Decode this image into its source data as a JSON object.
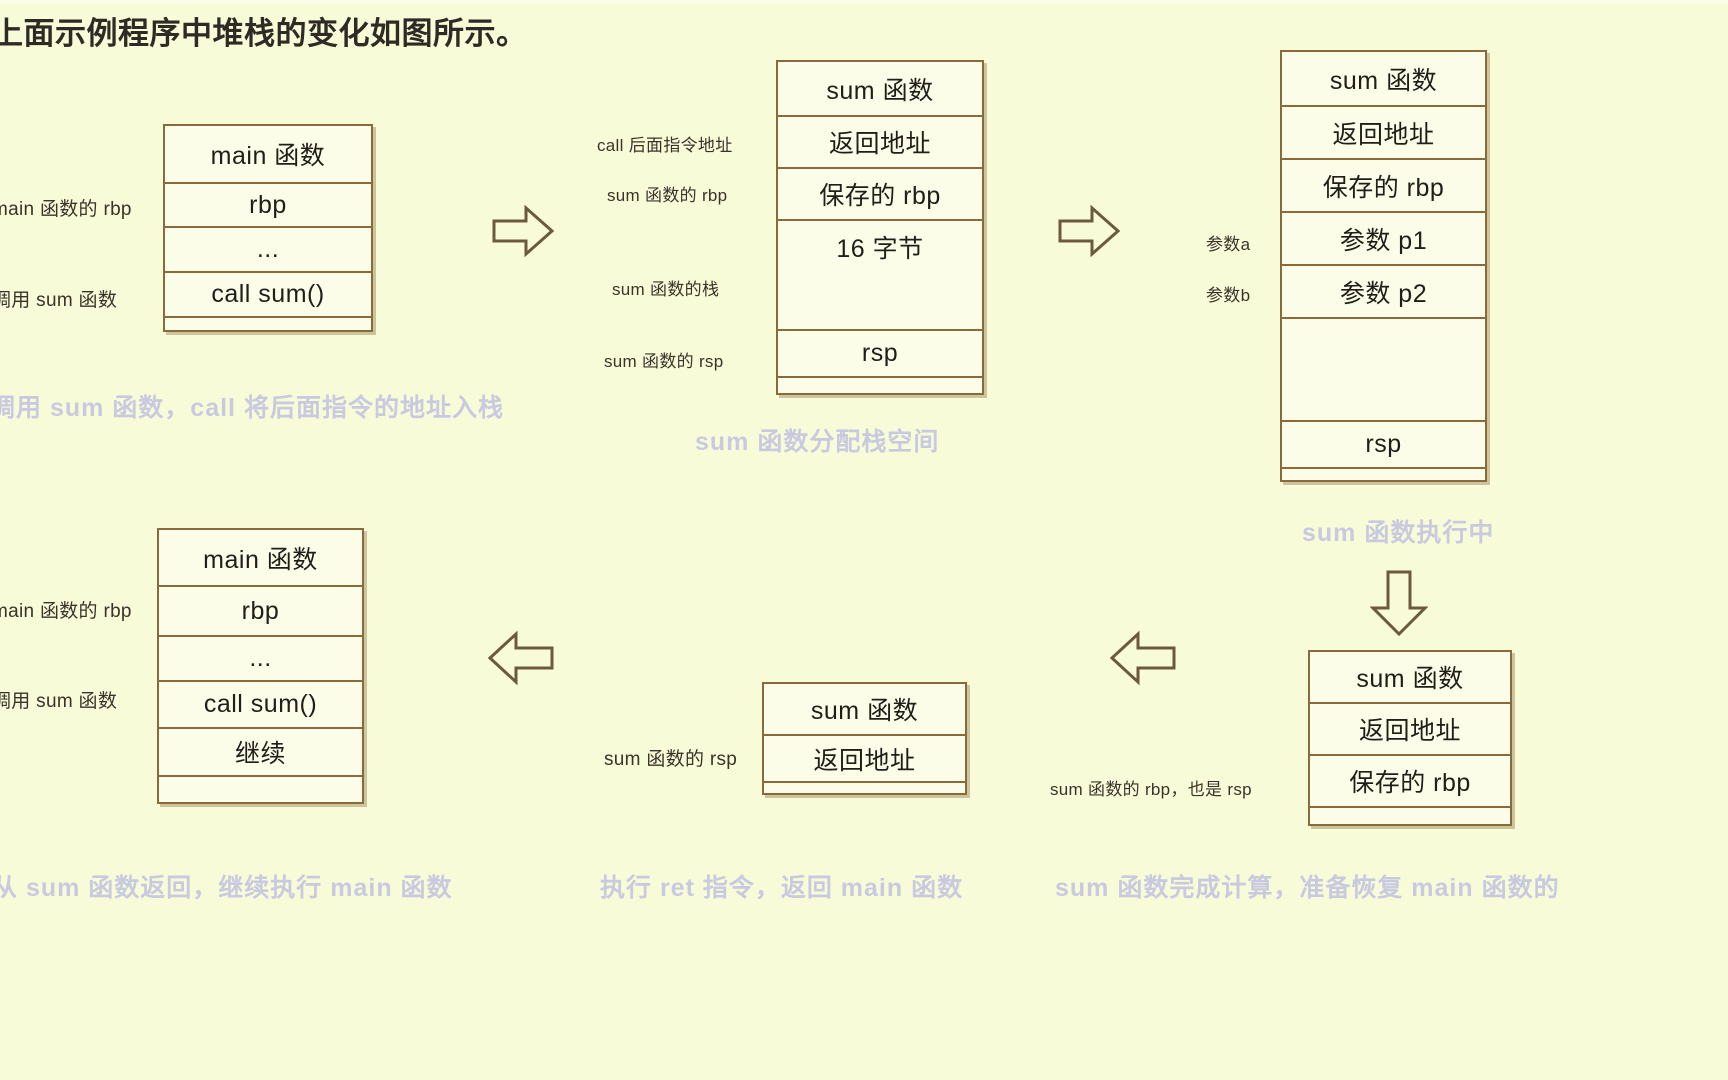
{
  "page": {
    "title": "上面示例程序中堆栈的变化如图所示。",
    "background_color": "#f8fbd8",
    "box_border_color": "#8a6a3a",
    "caption_color": "#c9c9e0"
  },
  "diagrams": [
    {
      "id": "step1-main-before-call",
      "caption": "调用 sum 函数，call 将后面指令的地址入栈",
      "side_labels": [
        "main 函数的 rbp",
        "调用 sum 函数"
      ],
      "rows": [
        {
          "text": "main 函数"
        },
        {
          "text": "rbp"
        },
        {
          "text": "..."
        },
        {
          "text": "call sum()"
        },
        {
          "text": ""
        }
      ]
    },
    {
      "id": "step2-sum-allocate-stack",
      "caption": "sum 函数分配栈空间",
      "side_labels": [
        "call 后面指令地址",
        "sum 函数的 rbp",
        "sum 函数的栈",
        "sum 函数的 rsp"
      ],
      "rows": [
        {
          "text": "sum 函数"
        },
        {
          "text": "返回地址"
        },
        {
          "text": "保存的 rbp"
        },
        {
          "text": "16 字节"
        },
        {
          "text": "rsp"
        },
        {
          "text": ""
        }
      ]
    },
    {
      "id": "step3-sum-running",
      "caption": "sum 函数执行中",
      "side_labels": [
        "参数a",
        "参数b"
      ],
      "rows": [
        {
          "text": "sum 函数"
        },
        {
          "text": "返回地址"
        },
        {
          "text": "保存的 rbp"
        },
        {
          "text": "参数 p1"
        },
        {
          "text": "参数 p2"
        },
        {
          "text": ""
        },
        {
          "text": "rsp"
        },
        {
          "text": ""
        }
      ]
    },
    {
      "id": "step4-sum-finished",
      "caption": "sum 函数完成计算，准备恢复 main 函数的",
      "side_labels": [
        "sum 函数的 rbp，也是 rsp"
      ],
      "rows": [
        {
          "text": "sum 函数"
        },
        {
          "text": "返回地址"
        },
        {
          "text": "保存的 rbp"
        },
        {
          "text": ""
        }
      ]
    },
    {
      "id": "step5-ret-executed",
      "caption": "执行 ret 指令，返回 main 函数",
      "side_labels": [
        "sum 函数的 rsp"
      ],
      "rows": [
        {
          "text": "sum 函数"
        },
        {
          "text": "返回地址"
        },
        {
          "text": ""
        }
      ]
    },
    {
      "id": "step6-back-in-main",
      "caption": "从 sum 函数返回，继续执行 main 函数",
      "side_labels": [
        "main 函数的 rbp",
        "调用 sum 函数"
      ],
      "rows": [
        {
          "text": "main 函数"
        },
        {
          "text": "rbp"
        },
        {
          "text": "..."
        },
        {
          "text": "call sum()"
        },
        {
          "text": "继续"
        },
        {
          "text": ""
        }
      ]
    }
  ],
  "arrows": [
    {
      "id": "arrow-1to2",
      "direction": "right"
    },
    {
      "id": "arrow-2to3",
      "direction": "right"
    },
    {
      "id": "arrow-3to4",
      "direction": "down"
    },
    {
      "id": "arrow-4to5",
      "direction": "left"
    },
    {
      "id": "arrow-5to6",
      "direction": "left"
    }
  ]
}
